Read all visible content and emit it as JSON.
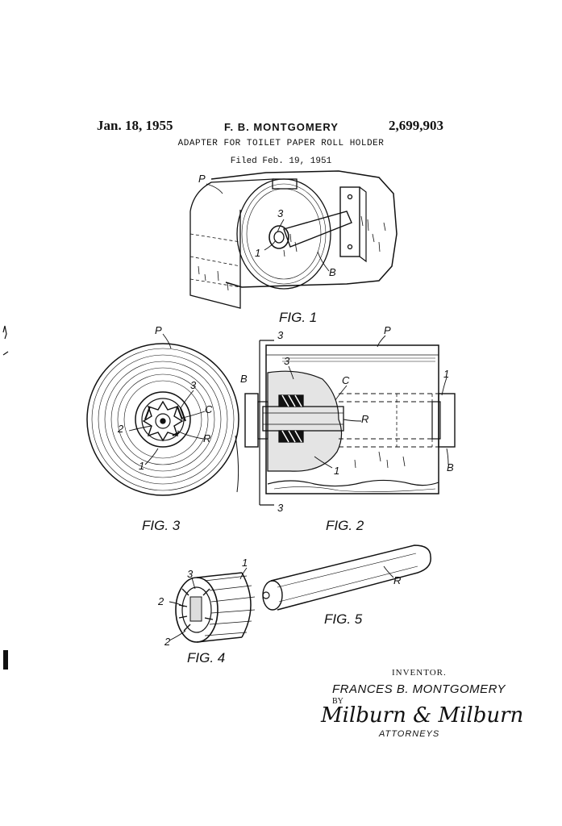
{
  "header": {
    "date": "Jan. 18, 1955",
    "inventor_name": "F. B. MONTGOMERY",
    "patent_number": "2,699,903",
    "title": "ADAPTER FOR TOILET PAPER ROLL HOLDER",
    "filed": "Filed Feb. 19, 1951"
  },
  "figures": {
    "fig1": "FIG. 1",
    "fig2": "FIG. 2",
    "fig3": "FIG. 3",
    "fig4": "FIG. 4",
    "fig5": "FIG. 5"
  },
  "reference_labels": {
    "P": "P",
    "B": "B",
    "C": "C",
    "R": "R",
    "one": "1",
    "two": "2",
    "three": "3"
  },
  "signature": {
    "inventor_heading": "INVENTOR.",
    "inventor": "FRANCES B. MONTGOMERY",
    "by": "BY",
    "attorney_signature": "Milburn & Milburn",
    "attorneys": "ATTORNEYS"
  }
}
